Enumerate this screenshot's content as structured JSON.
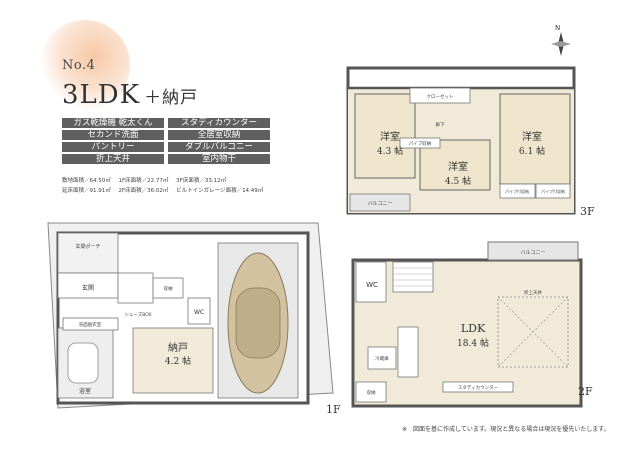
{
  "header": {
    "number": "No.4",
    "layout": "3LDK",
    "extra": "＋納戸"
  },
  "features": [
    "ガス乾燥機 乾太くん",
    "スタディカウンター",
    "セカンド洗面",
    "全居室収納",
    "パントリー",
    "ダブルバルコニー",
    "折上天井",
    "室内物干"
  ],
  "areas": {
    "row1": [
      "敷地面積／64.50㎡",
      "1F床面積／22.77㎡",
      "3F床面積／33.12㎡"
    ],
    "row2": [
      "延床面積／91.91㎡",
      "2F床面積／36.02㎡",
      "ビルトインガレージ面積／14.49㎡"
    ]
  },
  "floors": {
    "f3": {
      "label": "3F",
      "rooms": [
        {
          "name": "洋室",
          "size": "4.3 帖"
        },
        {
          "name": "洋室",
          "size": "4.5 帖"
        },
        {
          "name": "洋室",
          "size": "6.1 帖"
        }
      ],
      "small": {
        "balcony": "バルコニー",
        "closet": "クローゼット",
        "pipe": "パイプ収納",
        "hall": "廊下",
        "pipe_shelf": "パイプ付収納",
        "pipe_shelf2": "パイプ付収納"
      }
    },
    "f2": {
      "label": "2F",
      "rooms": [
        {
          "name": "LDK",
          "size": "18.4 帖"
        }
      ],
      "small": {
        "wc": "WC",
        "balcony": "バルコニー",
        "fridge": "冷蔵庫",
        "study": "スタディカウンター",
        "ceiling": "折上天井",
        "storage": "収納"
      }
    },
    "f1": {
      "label": "1F",
      "rooms": [
        {
          "name": "納戸",
          "size": "4.2 帖"
        }
      ],
      "small": {
        "entrance": "玄関",
        "bath": "浴室",
        "wash": "洗面脱衣室",
        "wc": "WC",
        "shoes": "シューズBOX",
        "storage": "収納",
        "porch": "玄関ポーチ"
      }
    }
  },
  "footnote": "※　図面を基に作成しています。現況と異なる場合は現況を優先いたします。"
}
